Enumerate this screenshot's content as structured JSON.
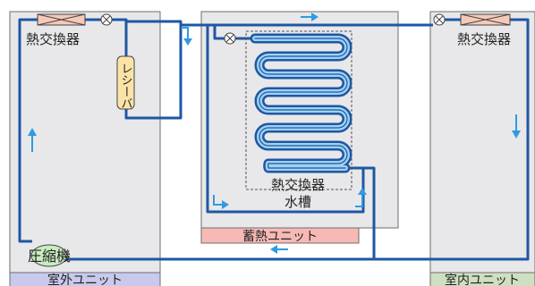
{
  "units": {
    "outdoor": {
      "hx_label": "熱交換器",
      "receiver_label": "レシーバ",
      "compressor_label": "圧縮機",
      "unit_label": "室外ユニット"
    },
    "storage": {
      "hx_label": "熱交換器",
      "tank_label": "水槽",
      "unit_label": "蓄熱ユニット"
    },
    "indoor": {
      "hx_label": "熱交換器",
      "unit_label": "室内ユニット"
    }
  },
  "colors": {
    "pipe": "#1f57a3",
    "arrow": "#2f9be0",
    "unit_fill": "#e8e8ea",
    "unit_label_outdoor": "#c9c9ee",
    "unit_label_storage": "#f7b9b5",
    "unit_label_indoor": "#cfe0c2",
    "hx_fill": "#f5c9b8",
    "receiver_fill": "#fbe3a8",
    "compressor_fill": "#c9ecc0"
  },
  "icons": [
    "expansion-valve-icon",
    "heat-exchanger-icon",
    "flow-arrow-icon"
  ]
}
